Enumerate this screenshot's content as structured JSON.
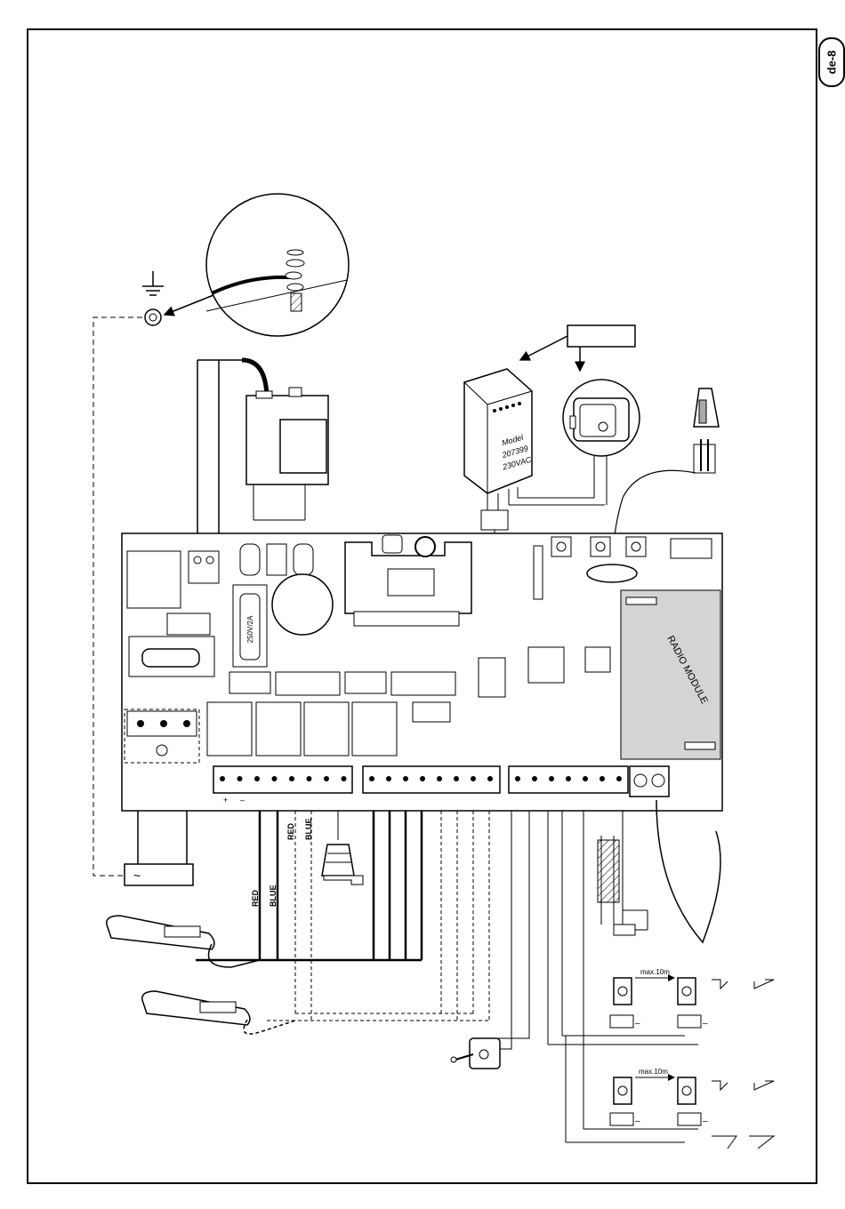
{
  "page": {
    "badge": "de-8"
  },
  "labels": {
    "fuse": "250V/2A",
    "receiver_model": "Model",
    "receiver_number": "207399",
    "receiver_voltage": "230VAC",
    "radio_module": "RADIO MODULE",
    "wire_red": "RED",
    "wire_blue": "BLUE",
    "ac_symbol": "~",
    "plus": "+",
    "minus": "–",
    "distance_1": "max.10m",
    "distance_2": "max.10m"
  },
  "colors": {
    "line": "#000000",
    "radio_module_fill": "#d4d4d4",
    "board_fill": "#ffffff"
  },
  "icons": [
    "ground-symbol",
    "transformer",
    "receiver-module",
    "key-switch",
    "jumper",
    "motor-actuator",
    "flashing-lamp",
    "photocell",
    "antenna"
  ]
}
